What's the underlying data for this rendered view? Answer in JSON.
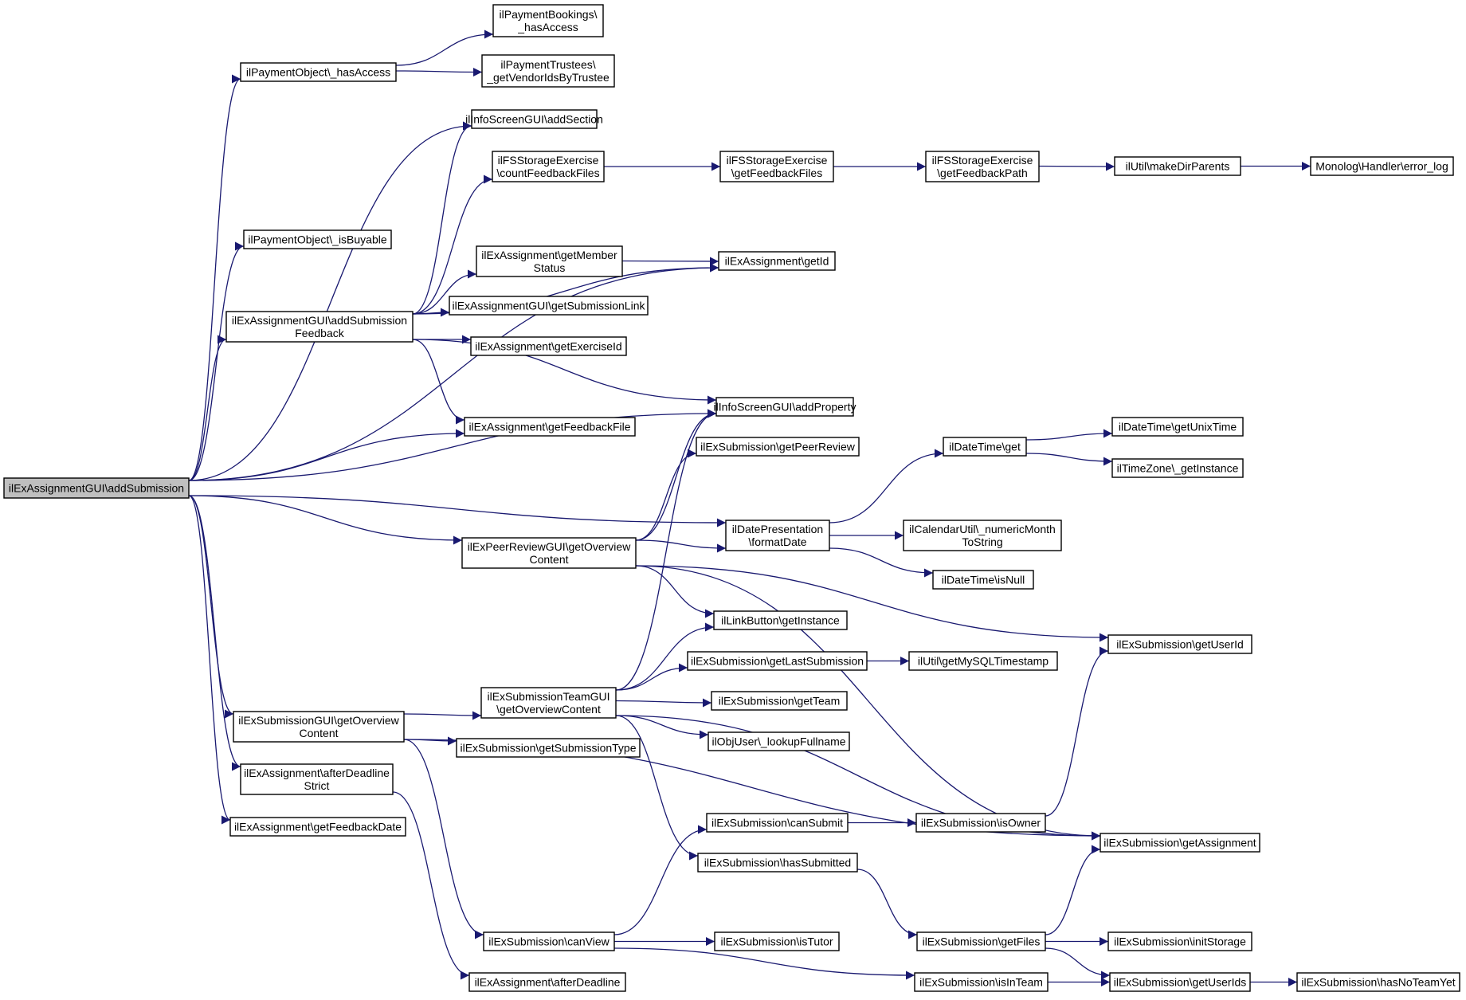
{
  "colors": {
    "edge": "#191970",
    "node_fill": "#ffffff",
    "root_fill": "#bfbfbf",
    "node_border": "#000000"
  },
  "nodes": [
    {
      "id": "root",
      "lines": [
        "ilExAssignmentGUI\\addSubmission"
      ],
      "root": true
    },
    {
      "id": "po_hasAccess",
      "lines": [
        "ilPaymentObject\\_hasAccess"
      ]
    },
    {
      "id": "pb_hasAccess",
      "lines": [
        "ilPaymentBookings\\",
        "_hasAccess"
      ]
    },
    {
      "id": "pt_getVendor",
      "lines": [
        "ilPaymentTrustees\\",
        "_getVendorIdsByTrustee"
      ]
    },
    {
      "id": "is_addSection",
      "lines": [
        "ilInfoScreenGUI\\addSection"
      ]
    },
    {
      "id": "fs_count",
      "lines": [
        "ilFSStorageExercise",
        "\\countFeedbackFiles"
      ]
    },
    {
      "id": "fs_getFiles",
      "lines": [
        "ilFSStorageExercise",
        "\\getFeedbackFiles"
      ]
    },
    {
      "id": "fs_getPath",
      "lines": [
        "ilFSStorageExercise",
        "\\getFeedbackPath"
      ]
    },
    {
      "id": "util_mkdir",
      "lines": [
        "ilUtil\\makeDirParents"
      ]
    },
    {
      "id": "monolog",
      "lines": [
        "Monolog\\Handler\\error_log"
      ]
    },
    {
      "id": "po_isBuyable",
      "lines": [
        "ilPaymentObject\\_isBuyable"
      ]
    },
    {
      "id": "ea_getMember",
      "lines": [
        "ilExAssignment\\getMember",
        "Status"
      ]
    },
    {
      "id": "ea_getId",
      "lines": [
        "ilExAssignment\\getId"
      ]
    },
    {
      "id": "eag_addSubFb",
      "lines": [
        "ilExAssignmentGUI\\addSubmission",
        "Feedback"
      ]
    },
    {
      "id": "eag_getSubLink",
      "lines": [
        "ilExAssignmentGUI\\getSubmissionLink"
      ]
    },
    {
      "id": "ea_getExId",
      "lines": [
        "ilExAssignment\\getExerciseId"
      ]
    },
    {
      "id": "is_addProp",
      "lines": [
        "ilInfoScreenGUI\\addProperty"
      ]
    },
    {
      "id": "ea_getFbFile",
      "lines": [
        "ilExAssignment\\getFeedbackFile"
      ]
    },
    {
      "id": "es_getPeer",
      "lines": [
        "ilExSubmission\\getPeerReview"
      ]
    },
    {
      "id": "dt_get",
      "lines": [
        "ilDateTime\\get"
      ]
    },
    {
      "id": "dt_unix",
      "lines": [
        "ilDateTime\\getUnixTime"
      ]
    },
    {
      "id": "tz_inst",
      "lines": [
        "ilTimeZone\\_getInstance"
      ]
    },
    {
      "id": "prg_overview",
      "lines": [
        "ilExPeerReviewGUI\\getOverview",
        "Content"
      ]
    },
    {
      "id": "dp_format",
      "lines": [
        "ilDatePresentation",
        "\\formatDate"
      ]
    },
    {
      "id": "cal_month",
      "lines": [
        "ilCalendarUtil\\_numericMonth",
        "ToString"
      ]
    },
    {
      "id": "dt_isNull",
      "lines": [
        "ilDateTime\\isNull"
      ]
    },
    {
      "id": "lb_inst",
      "lines": [
        "ilLinkButton\\getInstance"
      ]
    },
    {
      "id": "es_getUserId",
      "lines": [
        "ilExSubmission\\getUserId"
      ]
    },
    {
      "id": "es_getLast",
      "lines": [
        "ilExSubmission\\getLastSubmission"
      ]
    },
    {
      "id": "util_mysql",
      "lines": [
        "ilUtil\\getMySQLTimestamp"
      ]
    },
    {
      "id": "est_overview",
      "lines": [
        "ilExSubmissionTeamGUI",
        "\\getOverviewContent"
      ]
    },
    {
      "id": "es_getTeam",
      "lines": [
        "ilExSubmission\\getTeam"
      ]
    },
    {
      "id": "esg_overview",
      "lines": [
        "ilExSubmissionGUI\\getOverview",
        "Content"
      ]
    },
    {
      "id": "ou_lookup",
      "lines": [
        "ilObjUser\\_lookupFullname"
      ]
    },
    {
      "id": "es_getSubType",
      "lines": [
        "ilExSubmission\\getSubmissionType"
      ]
    },
    {
      "id": "ea_afterStrict",
      "lines": [
        "ilExAssignment\\afterDeadline",
        "Strict"
      ]
    },
    {
      "id": "es_canSubmit",
      "lines": [
        "ilExSubmission\\canSubmit"
      ]
    },
    {
      "id": "es_isOwner",
      "lines": [
        "ilExSubmission\\isOwner"
      ]
    },
    {
      "id": "ea_getFbDate",
      "lines": [
        "ilExAssignment\\getFeedbackDate"
      ]
    },
    {
      "id": "es_hasSub",
      "lines": [
        "ilExSubmission\\hasSubmitted"
      ]
    },
    {
      "id": "es_getAssign",
      "lines": [
        "ilExSubmission\\getAssignment"
      ]
    },
    {
      "id": "es_canView",
      "lines": [
        "ilExSubmission\\canView"
      ]
    },
    {
      "id": "es_isTutor",
      "lines": [
        "ilExSubmission\\isTutor"
      ]
    },
    {
      "id": "es_getFiles",
      "lines": [
        "ilExSubmission\\getFiles"
      ]
    },
    {
      "id": "es_initStor",
      "lines": [
        "ilExSubmission\\initStorage"
      ]
    },
    {
      "id": "ea_after",
      "lines": [
        "ilExAssignment\\afterDeadline"
      ]
    },
    {
      "id": "es_isInTeam",
      "lines": [
        "ilExSubmission\\isInTeam"
      ]
    },
    {
      "id": "es_getUserIds",
      "lines": [
        "ilExSubmission\\getUserIds"
      ]
    },
    {
      "id": "es_hasNoTeam",
      "lines": [
        "ilExSubmission\\hasNoTeamYet"
      ]
    }
  ],
  "edges": [
    [
      "root",
      "po_hasAccess"
    ],
    [
      "root",
      "is_addSection"
    ],
    [
      "root",
      "po_isBuyable"
    ],
    [
      "root",
      "eag_addSubFb"
    ],
    [
      "root",
      "ea_getId"
    ],
    [
      "root",
      "is_addProp"
    ],
    [
      "root",
      "ea_getFbFile"
    ],
    [
      "root",
      "prg_overview"
    ],
    [
      "root",
      "dp_format"
    ],
    [
      "root",
      "esg_overview"
    ],
    [
      "root",
      "ea_afterStrict"
    ],
    [
      "root",
      "ea_getFbDate"
    ],
    [
      "po_hasAccess",
      "pb_hasAccess"
    ],
    [
      "po_hasAccess",
      "pt_getVendor"
    ],
    [
      "eag_addSubFb",
      "is_addSection"
    ],
    [
      "eag_addSubFb",
      "fs_count"
    ],
    [
      "eag_addSubFb",
      "ea_getId"
    ],
    [
      "eag_addSubFb",
      "ea_getMember"
    ],
    [
      "eag_addSubFb",
      "eag_getSubLink"
    ],
    [
      "eag_addSubFb",
      "ea_getExId"
    ],
    [
      "eag_addSubFb",
      "is_addProp"
    ],
    [
      "eag_addSubFb",
      "ea_getFbFile"
    ],
    [
      "fs_count",
      "fs_getFiles"
    ],
    [
      "fs_getFiles",
      "fs_getPath"
    ],
    [
      "fs_getPath",
      "util_mkdir"
    ],
    [
      "util_mkdir",
      "monolog"
    ],
    [
      "ea_getMember",
      "ea_getId"
    ],
    [
      "prg_overview",
      "is_addProp"
    ],
    [
      "prg_overview",
      "es_getPeer"
    ],
    [
      "prg_overview",
      "dp_format"
    ],
    [
      "prg_overview",
      "es_getUserId"
    ],
    [
      "prg_overview",
      "lb_inst"
    ],
    [
      "prg_overview",
      "es_getAssign"
    ],
    [
      "dp_format",
      "dt_get"
    ],
    [
      "dp_format",
      "cal_month"
    ],
    [
      "dp_format",
      "dt_isNull"
    ],
    [
      "dt_get",
      "dt_unix"
    ],
    [
      "dt_get",
      "tz_inst"
    ],
    [
      "esg_overview",
      "est_overview"
    ],
    [
      "esg_overview",
      "es_getSubType"
    ],
    [
      "esg_overview",
      "es_canView"
    ],
    [
      "esg_overview",
      "es_getAssign"
    ],
    [
      "est_overview",
      "is_addProp"
    ],
    [
      "est_overview",
      "lb_inst"
    ],
    [
      "est_overview",
      "es_getLast"
    ],
    [
      "est_overview",
      "es_getTeam"
    ],
    [
      "est_overview",
      "ou_lookup"
    ],
    [
      "est_overview",
      "es_getAssign"
    ],
    [
      "est_overview",
      "es_hasSub"
    ],
    [
      "es_getLast",
      "util_mysql"
    ],
    [
      "ea_afterStrict",
      "ea_after"
    ],
    [
      "es_canView",
      "es_canSubmit"
    ],
    [
      "es_canView",
      "es_isTutor"
    ],
    [
      "es_canView",
      "es_isInTeam"
    ],
    [
      "es_canSubmit",
      "es_isOwner"
    ],
    [
      "es_isOwner",
      "es_getUserId"
    ],
    [
      "es_hasSub",
      "es_getFiles"
    ],
    [
      "es_getFiles",
      "es_getAssign"
    ],
    [
      "es_getFiles",
      "es_initStor"
    ],
    [
      "es_getFiles",
      "es_getUserIds"
    ],
    [
      "es_isInTeam",
      "es_getUserIds"
    ],
    [
      "es_getUserIds",
      "es_hasNoTeam"
    ]
  ]
}
